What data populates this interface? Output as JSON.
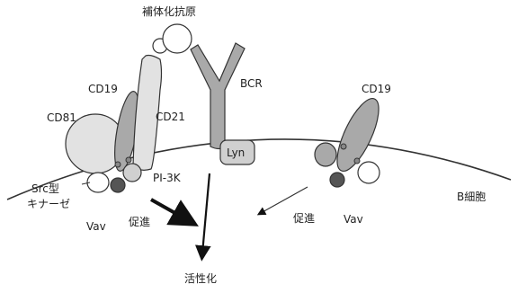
{
  "labels": {
    "complement_antigen": "補体化抗原",
    "bcr": "BCR",
    "cd19_left": "CD19",
    "cd19_right": "CD19",
    "cd21": "CD21",
    "cd81": "CD81",
    "lyn": "Lyn",
    "pi3k": "PI-3K",
    "src_kinase_line1": "Src型",
    "src_kinase_line2": "キナーゼ",
    "vav_left": "Vav",
    "vav_right": "Vav",
    "promotion_left": "促進",
    "promotion_right": "促進",
    "activation": "活性化",
    "b_cell": "B細胞"
  },
  "colors": {
    "receptor_gray": "#a9a9a9",
    "light_gray": "#d0d0d0",
    "lighter_gray": "#e2e2e2",
    "vav_dark": "#555555",
    "outline": "#333333"
  }
}
